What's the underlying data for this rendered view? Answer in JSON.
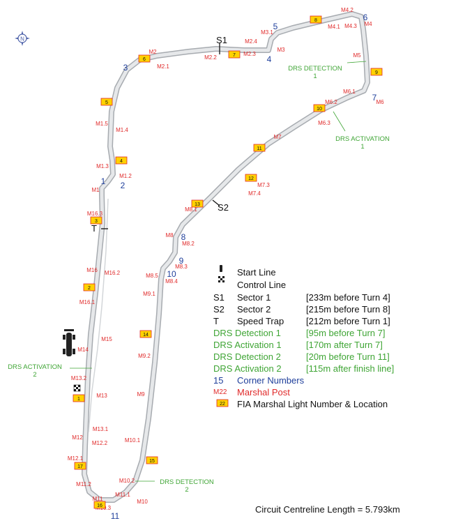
{
  "colors": {
    "track_edge": "#a7abb0",
    "track_fill": "#e6e8ea",
    "marshal_post": "#e02a2a",
    "corner_number": "#1f3f9b",
    "drs": "#3fa535",
    "light_box_fill": "#ffd200",
    "light_box_border": "#e02a2a"
  },
  "compass": {
    "label": "N",
    "icon": "compass-rose-icon"
  },
  "sectors": [
    {
      "key": "S1",
      "label": "S1"
    },
    {
      "key": "S2",
      "label": "S2"
    },
    {
      "key": "T",
      "label": "T"
    }
  ],
  "drs_labels": [
    {
      "key": "drs-detection-1",
      "lines": [
        "DRS DETECTION",
        "1"
      ]
    },
    {
      "key": "drs-activation-1",
      "lines": [
        "DRS ACTIVATION",
        "1"
      ]
    },
    {
      "key": "drs-activation-2",
      "lines": [
        "DRS ACTIVATION",
        "2"
      ]
    },
    {
      "key": "drs-detection-2",
      "lines": [
        "DRS DETECTION",
        "2"
      ]
    }
  ],
  "corners": [
    "1",
    "2",
    "3",
    "4",
    "5",
    "6",
    "7",
    "8",
    "9",
    "10",
    "11"
  ],
  "marshal_posts": [
    "M1",
    "M1.2",
    "M1.3",
    "M1.4",
    "M1.5",
    "M2",
    "M2.1",
    "M2.2",
    "M2.3",
    "M2.4",
    "M3",
    "M3.1",
    "M4",
    "M4.1",
    "M4.2",
    "M4.3",
    "M5",
    "M6",
    "M6.1",
    "M6.2",
    "M6.3",
    "M7",
    "M7.3",
    "M7.4",
    "M8",
    "M8.1",
    "M8.2",
    "M8.3",
    "M8.4",
    "M8.5",
    "M9",
    "M9.1",
    "M9.2",
    "M10",
    "M10.1",
    "M10.2",
    "M10.3",
    "M11",
    "M11.1",
    "M11.2",
    "M12",
    "M12.1",
    "M12.2",
    "M13",
    "M13.1",
    "M13.2",
    "M14",
    "M15",
    "M16",
    "M16.1",
    "M16.2",
    "M16.3"
  ],
  "light_boxes": [
    "1",
    "2",
    "3",
    "4",
    "5",
    "6",
    "7",
    "8",
    "9",
    "10",
    "11",
    "12",
    "13",
    "14",
    "15",
    "16",
    "17"
  ],
  "legend": {
    "start_line": "Start Line",
    "control_line": "Control Line",
    "rows": [
      {
        "key": "S1",
        "name": "Sector 1",
        "desc": "[233m before Turn 4]",
        "color": "black"
      },
      {
        "key": "S2",
        "name": "Sector 2",
        "desc": "[215m before Turn 8]",
        "color": "black"
      },
      {
        "key": "T",
        "name": "Speed Trap",
        "desc": "[212m before Turn 1]",
        "color": "black"
      },
      {
        "key": "",
        "name": "DRS Detection 1",
        "desc": "[95m before Turn 7]",
        "color": "green"
      },
      {
        "key": "",
        "name": "DRS Activation 1",
        "desc": "[170m after Turn 7]",
        "color": "green"
      },
      {
        "key": "",
        "name": "DRS Detection 2",
        "desc": "[20m before Turn 11]",
        "color": "green"
      },
      {
        "key": "",
        "name": "DRS Activation 2",
        "desc": "[115m after finish line]",
        "color": "green"
      }
    ],
    "corner_numbers": {
      "sample": "15",
      "text": "Corner Numbers"
    },
    "marshal_post": {
      "sample": "M22",
      "text": "Marshal Post"
    },
    "light": {
      "sample": "22",
      "text": "FIA Marshal Light Number & Location"
    }
  },
  "footer": {
    "length": "Circuit Centreline Length = 5.793km"
  }
}
